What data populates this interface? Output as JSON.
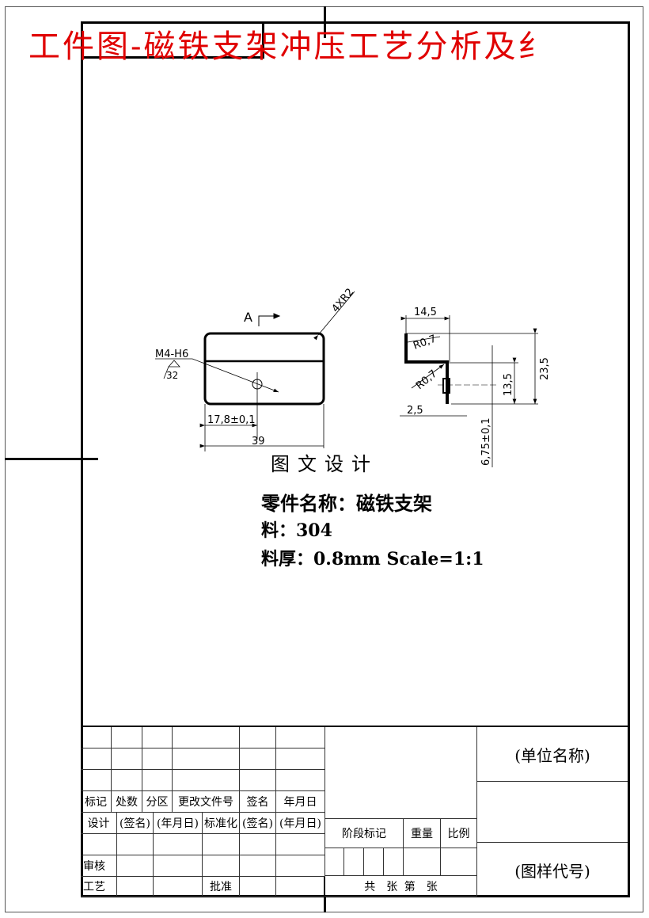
{
  "header": {
    "title": "工件图-磁铁支架冲压工艺分析及纟"
  },
  "drawing": {
    "front_view": {
      "section_label": "A",
      "corner_radius_note": "4XR2",
      "thread_note": "M4-H6",
      "roughness": "32",
      "dim_hole_position": "17,8±0,1",
      "dim_overall_width": "39"
    },
    "side_view": {
      "dim_top_width": "14,5",
      "bend_radius_top": "R0,7",
      "bend_radius_bottom": "R0,7",
      "dim_thickness_offset": "2,5",
      "dim_lower_height": "13,5",
      "dim_total_height": "23,5",
      "dim_hole_height": "6,75±0,1"
    }
  },
  "watermark": "图文设计",
  "part_info": {
    "name_line": "零件名称：磁铁支架",
    "material_line": "料：304",
    "thickness_line": "料厚：0.8mm  Scale=1:1"
  },
  "title_block": {
    "rev_headers": [
      "标记",
      "处数",
      "分区",
      "更改文件号",
      "签名",
      "年月日"
    ],
    "design_row": [
      "设计",
      "(签名)",
      "(年月日)",
      "标准化",
      "(签名)",
      "(年月日)"
    ],
    "review_label": "审核",
    "process_label": "工艺",
    "approve_label": "批准",
    "stage_mark": "阶段标记",
    "weight": "重量",
    "scale": "比例",
    "sheets": "共　张 第　张",
    "company_name": "(单位名称)",
    "drawing_code": "(图样代号)"
  }
}
